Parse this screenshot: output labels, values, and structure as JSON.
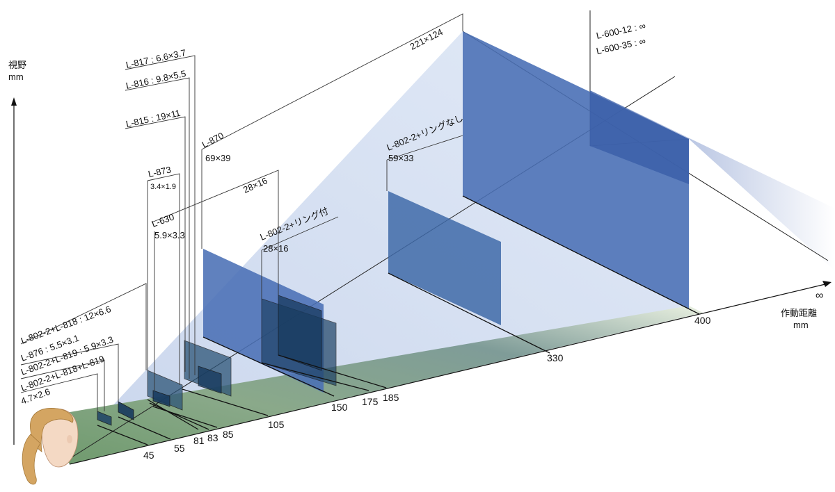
{
  "axes": {
    "y_label": "視野",
    "y_unit": "mm",
    "x_label": "作動距離",
    "x_unit": "mm",
    "infinity": "∞"
  },
  "distances": [
    "45",
    "55",
    "81",
    "83",
    "85",
    "105",
    "150",
    "175",
    "185",
    "330",
    "400"
  ],
  "labels": {
    "l817": "L-817 : 6.6×3.7",
    "l816": "L-816 : 9.8×5.5",
    "l815": "L-815 : 19×11",
    "l870_name": "L-870",
    "l870_size": "69×39",
    "top_size": "221×124",
    "l873_name": "L-873",
    "l873_size": "3.4×1.9",
    "mid_size": "28×16",
    "l630_name": "L-630",
    "l630_size": "5.9×3.3",
    "ring_on_name": "L-802-2+リング付",
    "ring_on_size": "28×16",
    "ring_off_name": "L-802-2+リングなし",
    "ring_off_size": "59×33",
    "l600_12": "L-600-12 : ∞",
    "l600_35": "L-600-35 : ∞",
    "l802_818": "L-802-2+L-818 : 12×6.6",
    "l876": "L-876 : 5.5×3.1",
    "l802_819": "L-802-2+L-819 : 5.9×3.3",
    "l802_818_819": "L-802-2+L-818+L-819",
    "l802_818_819_size": "4.7×2.6"
  },
  "colors": {
    "panel_blue": "#4a6fb5",
    "panel_dark": "#1d3f66",
    "floor_green": "#8fae8a",
    "sky": "#cfe3f5"
  }
}
